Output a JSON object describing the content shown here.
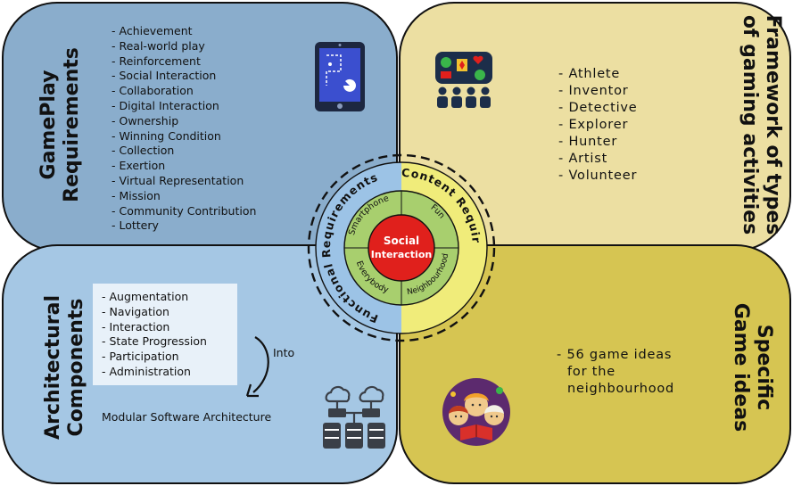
{
  "gameplay": {
    "title_line1": "GamePlay",
    "title_line2": "Requirements",
    "items": [
      "- Achievement",
      "- Real-world play",
      "- Reinforcement",
      "- Social Interaction",
      "- Collaboration",
      "- Digital Interaction",
      "- Ownership",
      "- Winning Condition",
      "- Collection",
      "- Exertion",
      "- Virtual Representation",
      "- Mission",
      "- Community Contribution",
      "- Lottery"
    ]
  },
  "framework": {
    "title_line1": "Framework of types",
    "title_line2": "of gaming activities",
    "items": [
      "- Athlete",
      "- Inventor",
      "- Detective",
      "- Explorer",
      "- Hunter",
      "- Artist",
      "- Volunteer"
    ]
  },
  "architecture": {
    "title_line1": "Architectural",
    "title_line2": "Components",
    "items": [
      "- Augmentation",
      "- Navigation",
      "- Interaction",
      "- State Progression",
      "- Participation",
      "- Administration"
    ],
    "arrow_label": "Into",
    "result": "Modular Software Architecture"
  },
  "ideas": {
    "title_line1": "Specific",
    "title_line2": "Game ideas",
    "text_line1": "- 56 game ideas",
    "text_line2": "  for the",
    "text_line3": "  neighbourhood"
  },
  "center": {
    "core_line1": "Social",
    "core_line2": "Interaction",
    "segments": [
      "Smartphone",
      "Fun",
      "Everybody",
      "Neighbourhood"
    ],
    "ring_left": "Functional Requirements",
    "ring_right": "Content Requirements"
  },
  "colors": {
    "gameplay_bg": "#8aadcc",
    "framework_bg": "#ecdfa2",
    "architecture_bg": "#a5c7e4",
    "ideas_bg": "#d6c552",
    "core": "#e0201c",
    "segments": "#a8cf6e",
    "ring_functional": "#9cc3e6",
    "ring_content": "#f0ec7a"
  },
  "icons": [
    "tablet-icon",
    "team-board-icon",
    "cloud-server-icon",
    "kids-reading-icon",
    "curved-arrow-icon"
  ]
}
